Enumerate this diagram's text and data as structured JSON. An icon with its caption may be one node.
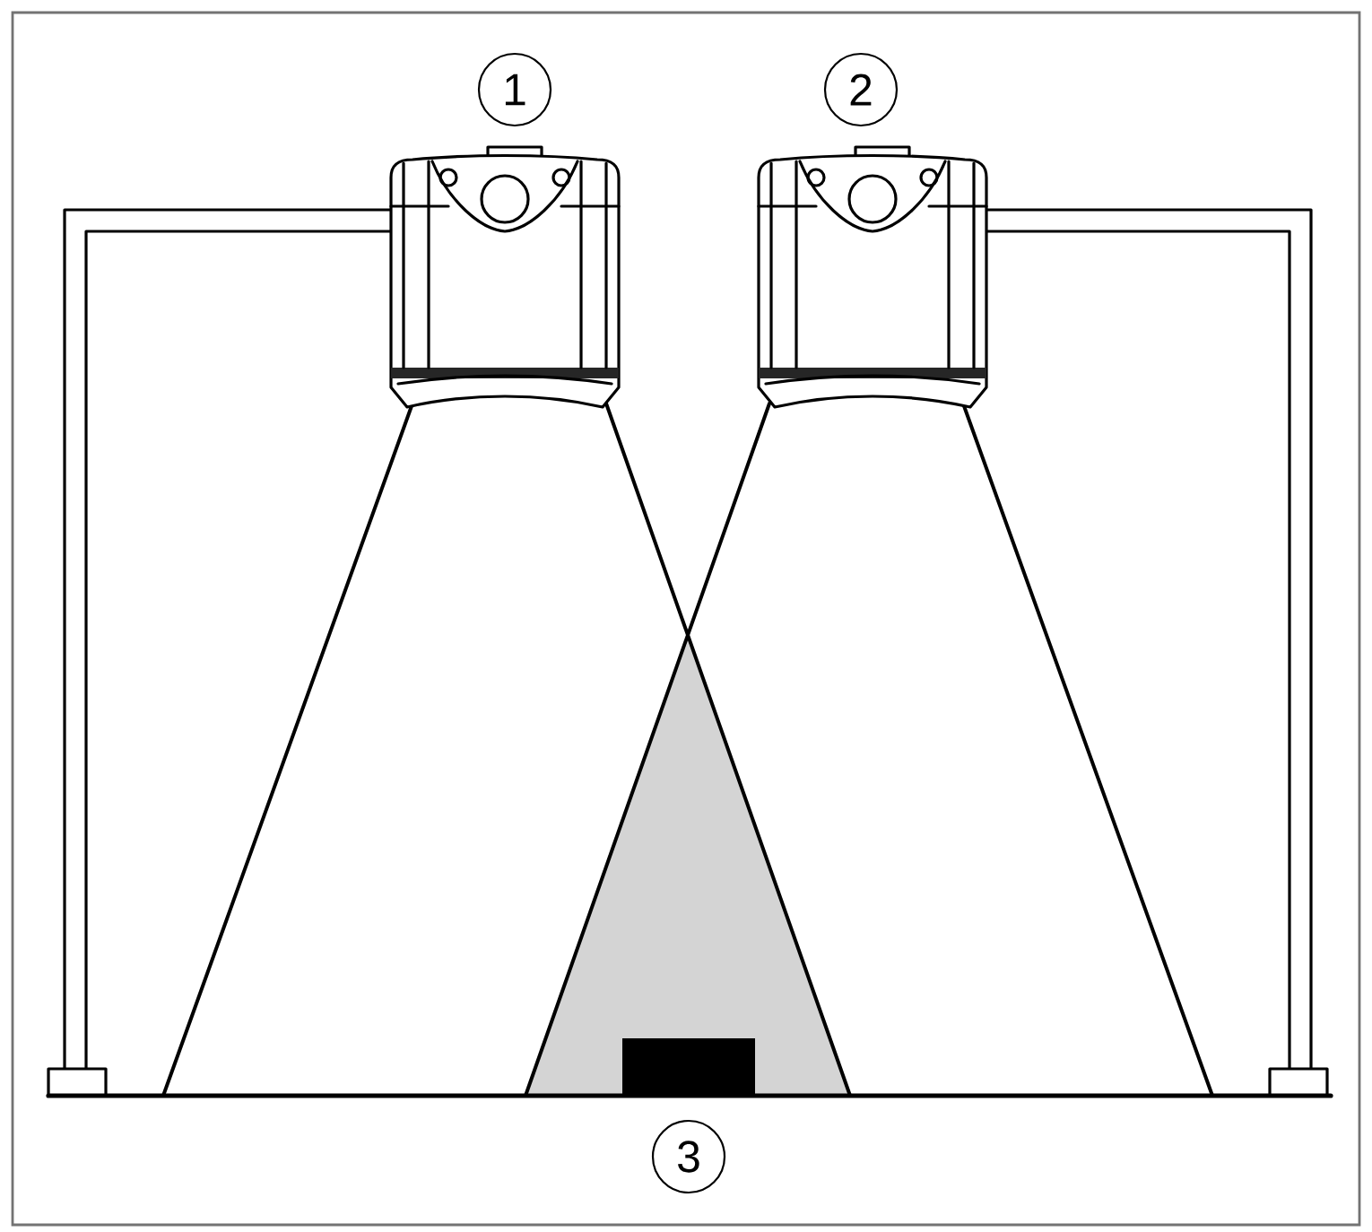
{
  "diagram": {
    "nodes": [
      {
        "text": [],
        "shape": "box"
      }
    ],
    "labels": [
      "1",
      "2",
      "3"
    ]
  }
}
